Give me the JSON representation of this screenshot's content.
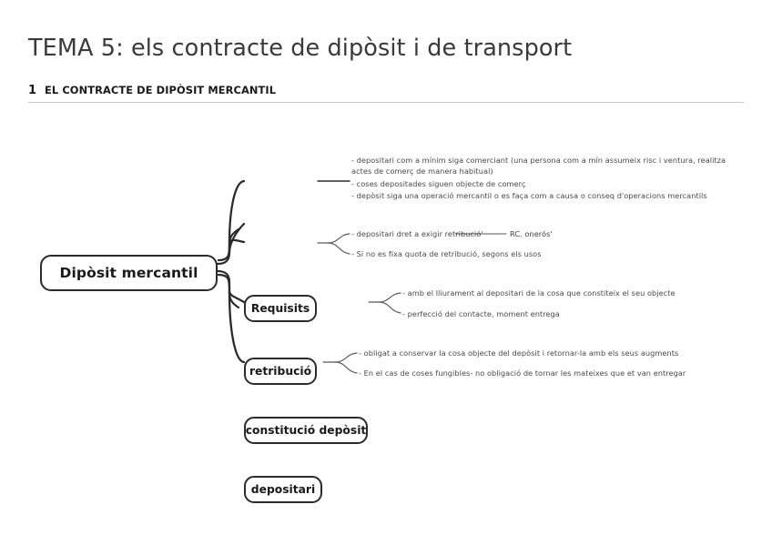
{
  "header": {
    "title": "TEMA 5: els contracte de dipòsit i de transport",
    "section_number": "1",
    "section_label": "EL CONTRACTE DE DIPÒSIT MERCANTIL"
  },
  "mindmap": {
    "root": {
      "label": "Dipòsit mercantil"
    },
    "branches": [
      {
        "id": "requisits",
        "label": "Requisits",
        "leaves": [
          "- depositari com a mínim siga comerciant (una persona com a mín assumeix risc i ventura, realitza actes de comerç de manera habitual)",
          "- coses depositades siguen objecte de comerç",
          "- depòsit siga una operació mercantil o es faça com a causa o conseq d'operacions mercantils"
        ]
      },
      {
        "id": "retribucio",
        "label": "retribució",
        "leaves": [
          "- depositari dret a exigir retribució'",
          "- Si no es fixa quota de retribució, segons els usos"
        ],
        "sub_label": "RC. onerós'"
      },
      {
        "id": "constitucio",
        "label": "constitució depòsit",
        "leaves": [
          "- amb el lliurament al depositari de la cosa que constiteix el seu objecte",
          "- perfecció del contacte, moment entrega"
        ]
      },
      {
        "id": "depositari",
        "label": "depositari",
        "leaves": [
          "- obligat a conservar la cosa objecte del depòsit i retornar-la amb els seus augments",
          "- En el cas de coses fungibles- no obligació de tornar les mateixes que et van entregar"
        ]
      }
    ]
  },
  "colors": {
    "node_stroke": "#2b2b2b",
    "text": "#1a1a1a",
    "leaf_text": "#4a4a4a",
    "rule": "#c8c8c8"
  }
}
